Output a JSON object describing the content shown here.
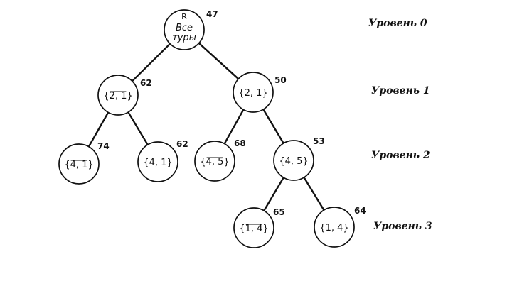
{
  "levels": [
    {
      "label": "Уровень 0"
    },
    {
      "label": "Уровень 1"
    },
    {
      "label": "Уровень 2"
    },
    {
      "label": "Уровень 3"
    }
  ],
  "root": {
    "marker": "R",
    "line1": "Все",
    "line2": "туры",
    "bound": "47"
  },
  "nodes": [
    {
      "id": "n21bar",
      "a": "2",
      "b": "1",
      "bar": true,
      "bound": "62"
    },
    {
      "id": "n21",
      "a": "2",
      "b": "1",
      "bar": false,
      "bound": "50"
    },
    {
      "id": "n41bar",
      "a": "4",
      "b": "1",
      "bar": true,
      "bound": "74"
    },
    {
      "id": "n41",
      "a": "4",
      "b": "1",
      "bar": false,
      "bound": "62"
    },
    {
      "id": "n45bar",
      "a": "4",
      "b": "5",
      "bar": true,
      "bound": "68"
    },
    {
      "id": "n45",
      "a": "4",
      "b": "5",
      "bar": false,
      "bound": "53"
    },
    {
      "id": "n14bar",
      "a": "1",
      "b": "4",
      "bar": true,
      "bound": "65"
    },
    {
      "id": "n14",
      "a": "1",
      "b": "4",
      "bar": false,
      "bound": "64"
    }
  ]
}
